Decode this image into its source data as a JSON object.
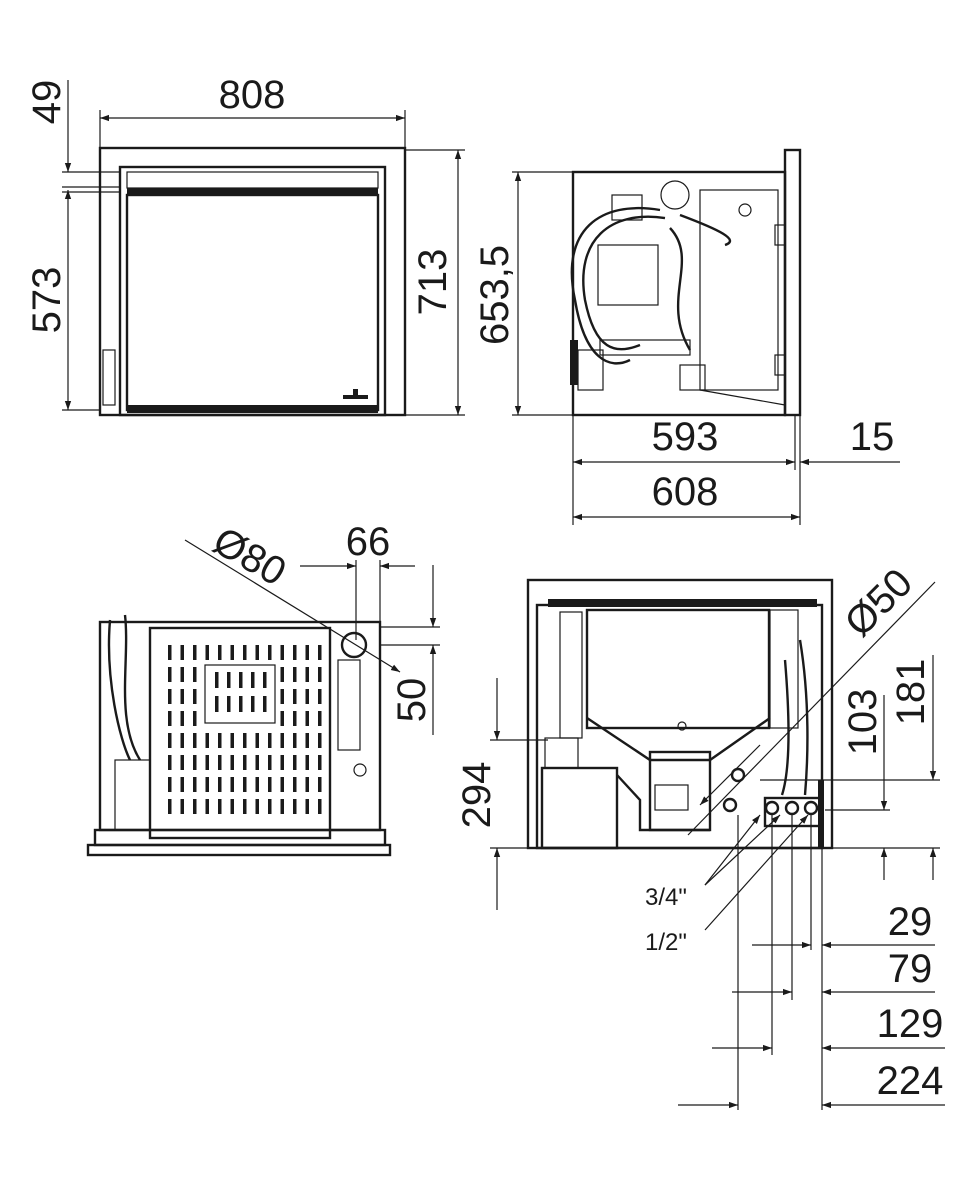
{
  "drawing": {
    "front_view": {
      "width": "808",
      "top_offset": "49",
      "opening_height": "573",
      "total_height": "713"
    },
    "side_view": {
      "height": "653,5",
      "body_depth": "593",
      "frame_thickness": "15",
      "total_depth": "608"
    },
    "top_view": {
      "flue_diameter": "Ø80",
      "flue_offset": "66",
      "flue_depth": "50"
    },
    "rear_view": {
      "connection_diameter": "Ø50",
      "height_294": "294",
      "height_103": "103",
      "height_181": "181",
      "pipe_34": "3/4\"",
      "pipe_12": "1/2\"",
      "offset_29": "29",
      "offset_79": "79",
      "offset_129": "129",
      "offset_224": "224"
    },
    "color": "#1a1a1a"
  }
}
